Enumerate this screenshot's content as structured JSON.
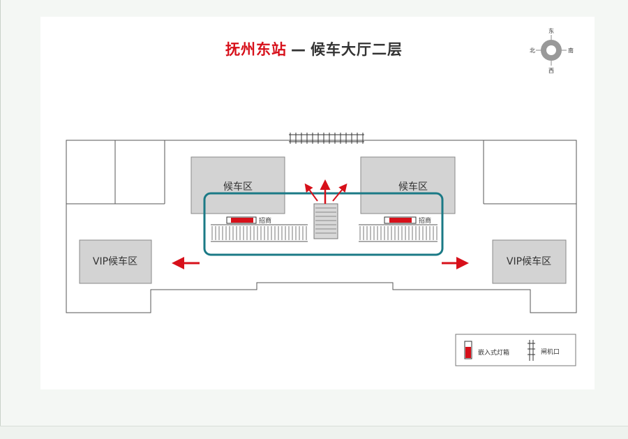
{
  "title": {
    "station": "抚州东站",
    "separator": "—",
    "floor": "候车大厅二层"
  },
  "compass": {
    "north": "北",
    "south": "南",
    "east": "东",
    "west": "西"
  },
  "zones": {
    "waiting_left": "候车区",
    "waiting_right": "候车区",
    "vip_left": "VIP候车区",
    "vip_right": "VIP候车区"
  },
  "lightbox_labels": {
    "left": "招商",
    "right": "招商"
  },
  "legend": {
    "lightbox": "嵌入式灯箱",
    "gate": "闸机口"
  },
  "colors": {
    "accent_red": "#d7101a",
    "highlight_teal": "#1b7a86",
    "zone_gray": "#d3d3d3"
  }
}
